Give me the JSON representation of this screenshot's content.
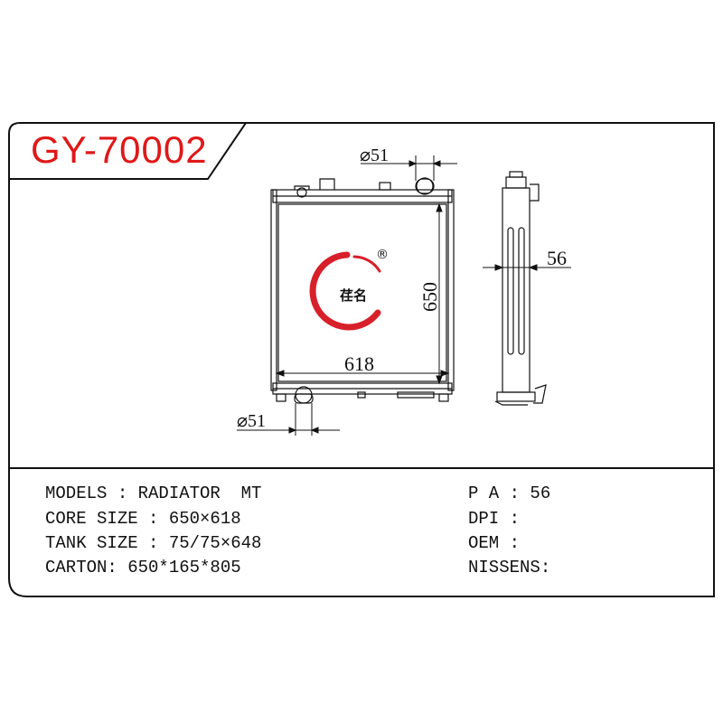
{
  "part_code": "GY-70002",
  "diagram": {
    "top_pipe_label": "⌀51",
    "bottom_pipe_label": "⌀51",
    "height_label": "650",
    "width_label": "618",
    "thickness_label": "56"
  },
  "logo": {
    "text": "荏名",
    "mark": "®",
    "color": "#d8202a"
  },
  "specs": {
    "models": "MODELS : RADIATOR  MT",
    "core_size": "CORE SIZE : 650×618",
    "tank_size": "TANK SIZE : 75/75×648",
    "carton": "CARTON: 650*165*805",
    "pa": "P A : 56",
    "dpi": "DPI :",
    "oem": "OEM :",
    "nissens": "NISSENS:"
  },
  "colors": {
    "code_red": "#e01818",
    "line": "#111111"
  }
}
